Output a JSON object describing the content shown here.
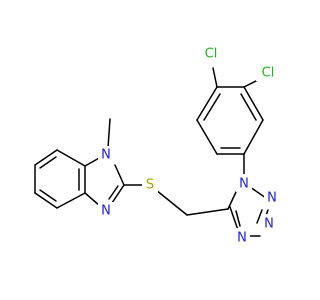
{
  "molecule": {
    "atoms": {
      "cl1": "Cl",
      "cl2": "Cl",
      "n_imid_methyl": "N",
      "n_imid_ring": "N",
      "s_link": "S",
      "n_tet1": "N",
      "n_tet2": "N",
      "n_tet3": "N",
      "n_tet4": "N"
    }
  },
  "colors": {
    "chlorine": "#1fb51f",
    "nitrogen": "#1f1fe0",
    "sulfur": "#b2a100",
    "bond": "#000000"
  }
}
